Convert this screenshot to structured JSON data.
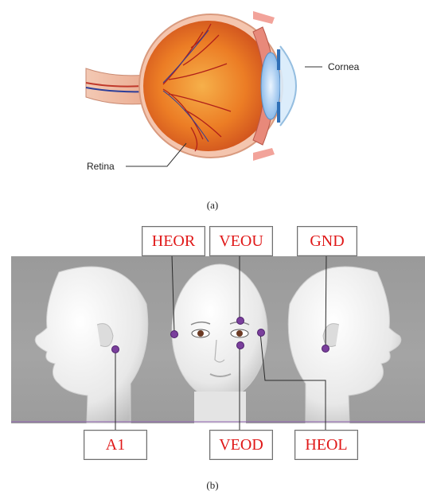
{
  "panel_a": {
    "labels": {
      "cornea": "Cornea",
      "retina": "Retina"
    },
    "caption": "(a)"
  },
  "panel_b": {
    "electrodes": {
      "heor": "HEOR",
      "veou": "VEOU",
      "gnd": "GND",
      "a1": "A1",
      "veod": "VEOD",
      "heol": "HEOL"
    },
    "caption": "(b)"
  },
  "colors": {
    "electrode_text": "#e01818",
    "electrode_dot": "#7a3f9c",
    "background_panel": "#9e9e9e"
  }
}
